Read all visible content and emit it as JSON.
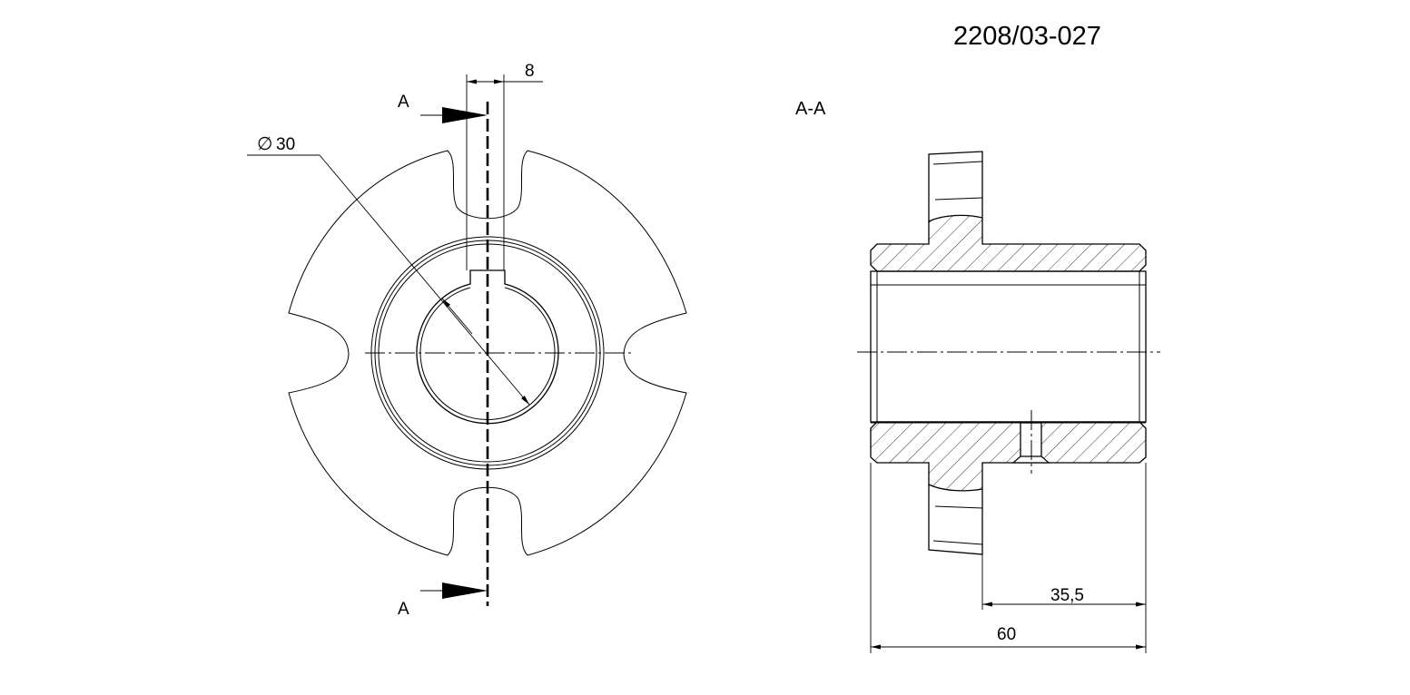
{
  "drawing_number": "2208/03-027",
  "section_label": "A-A",
  "cut_labels": {
    "top": "A",
    "bottom": "A"
  },
  "dimensions": {
    "keyway_width": "8",
    "bore_diameter_symbol": "∅",
    "bore_diameter": "30",
    "partial_length": "35,5",
    "total_length": "60"
  }
}
